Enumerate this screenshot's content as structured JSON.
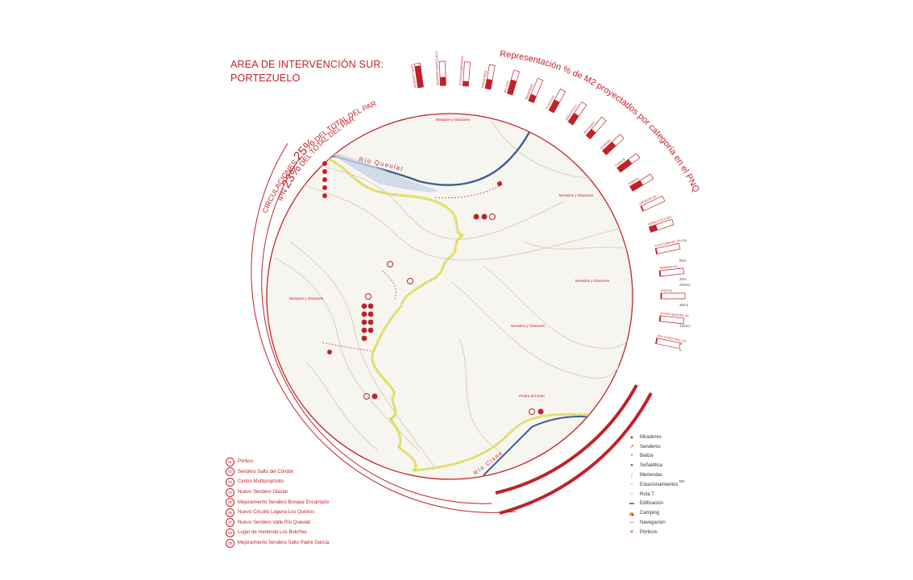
{
  "title": {
    "line1": "AREA DE INTERVENCIÓN SUR:",
    "line2": "PORTEZUELO"
  },
  "arc_texts": {
    "circulaciones_prefix": "CIRCULACIONES",
    "circulaciones_value": "25%",
    "circulaciones_suffix": "DEL TOTAL DEL PARQUE",
    "ipn_prefix": "IPN",
    "ipn_value": "23%",
    "ipn_suffix": "DEL TOTAL DEL PARQUE",
    "representacion": "Representación % de M2 proyectados por categoría en el PNQ"
  },
  "map_labels": {
    "rio_queulat": "Río Queulat",
    "rio_cisne": "Río Cisne",
    "nevados_1": "Nevados y Glaciares",
    "nevados_2": "Nevados y Glaciares",
    "nevados_3": "Nevados y Glaciares",
    "nevados_4": "Nevados y Glaciares",
    "nevados_5": "Nevados y Glaciares",
    "piedra_del_gato": "Piedra del Gato"
  },
  "categories": [
    {
      "label": "SENDERO SALTO",
      "fill": 0.9
    },
    {
      "label": "SENDERO PORTEZUELO",
      "fill": 0.35
    },
    {
      "label": "ESTACIONAMIENTOS",
      "fill": 0.2
    },
    {
      "label": "MIRADORES",
      "fill": 0.4
    },
    {
      "label": "BALIZAS",
      "fill": 0.6
    },
    {
      "label": "MERIENDAS",
      "fill": 0.3
    },
    {
      "label": "PORTICOS",
      "fill": 0.5
    },
    {
      "label": "SEÑALETICA",
      "fill": 0.45
    },
    {
      "label": "REFUGIOS",
      "fill": 0.35
    },
    {
      "label": "CAMPING",
      "fill": 0.55
    },
    {
      "label": "PUENTE",
      "fill": 0.6
    },
    {
      "label": "RAMPAS",
      "fill": 0.5
    },
    {
      "label": "MIRADOR 0%",
      "fill": 0.05
    },
    {
      "label": "SEÑALETICA 30%",
      "fill": 0.3
    },
    {
      "label": "SITIO CAMPING 0%",
      "fill": 0.05
    },
    {
      "label": "TERRAZA 0%",
      "fill": 0.05
    },
    {
      "label": "VIVE 0%",
      "fill": 0.05
    },
    {
      "label": "ACOPIO BASURA 0%",
      "fill": 0.05
    },
    {
      "label": "VALLA PEATONAL 0%",
      "fill": 0.05
    }
  ],
  "side_values": [
    "m2",
    "6km",
    "30%",
    "200m2",
    "30m2",
    "150m2",
    "%",
    "0"
  ],
  "legend_left": [
    {
      "num": "01",
      "label": "Pórtico"
    },
    {
      "num": "02",
      "label": "Sendero Salto del Cóndor"
    },
    {
      "num": "03",
      "label": "Centro Multipropósito"
    },
    {
      "num": "04",
      "label": "Nuevo Sendero Glaciar"
    },
    {
      "num": "05",
      "label": "Mejoramiento Sendero Bosque Encantado"
    },
    {
      "num": "06",
      "label": "Nuevo Circuito Laguna Los Quetros"
    },
    {
      "num": "07",
      "label": "Nuevo Sendero Valle Río Queulat"
    },
    {
      "num": "08",
      "label": "Lugar de merienda Los Boliches"
    },
    {
      "num": "09",
      "label": "Mejoramiento Sendero Salto Padre García"
    }
  ],
  "legend_right": [
    {
      "label": "Miradores",
      "icon": "mirador-icon"
    },
    {
      "label": "Senderos",
      "icon": "sendero-icon"
    },
    {
      "label": "Baliza",
      "icon": "baliza-icon"
    },
    {
      "label": "Señalética",
      "icon": "senaletica-icon"
    },
    {
      "label": "Meriendas",
      "icon": "merienda-icon"
    },
    {
      "label": "Estacionamientos",
      "icon": "estacionamiento-icon"
    },
    {
      "label": "Ruta 7",
      "icon": "ruta-icon"
    },
    {
      "label": "Edificación",
      "icon": "edificacion-icon"
    },
    {
      "label": "Camping",
      "icon": "camping-icon"
    },
    {
      "label": "Navegacion",
      "icon": "navegacion-icon"
    },
    {
      "label": "Pórticos",
      "icon": "portico-icon"
    }
  ],
  "stray_text": "tos",
  "colors": {
    "accent": "#c0222a",
    "route": "#d8d436",
    "river": "#3e5d96"
  }
}
